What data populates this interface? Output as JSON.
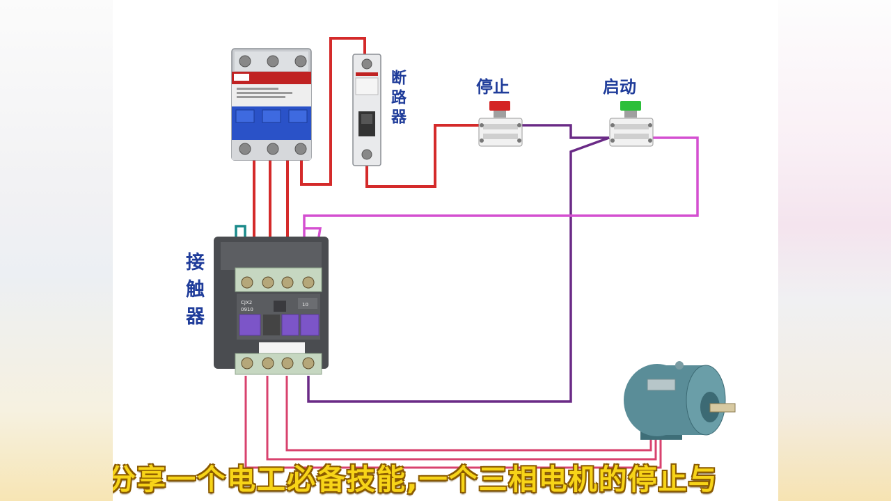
{
  "labels": {
    "breaker": "断路器",
    "stop": "停止",
    "start": "启动",
    "contactor": "接触器"
  },
  "contactor_panel": {
    "model": "CJX2",
    "model_sub": "0910",
    "aux": "10"
  },
  "caption": "分享一个电工必备技能,一个三相电机的停止与",
  "colors": {
    "label_blue": "#1f3c9a",
    "wire_red": "#d42a2a",
    "wire_purple": "#6a2a86",
    "wire_magenta": "#d44fd0",
    "wire_pink": "#d8426e",
    "wire_teal": "#1a8a8a",
    "stop_button": "#d42424",
    "start_button": "#2cbf3a",
    "motor_body": "#5a8d98",
    "caption_yellow": "#f7d418"
  },
  "icons": [
    "circuit-breaker-3p-icon",
    "circuit-breaker-1p-icon",
    "stop-button-icon",
    "start-button-icon",
    "contactor-icon",
    "motor-icon"
  ]
}
